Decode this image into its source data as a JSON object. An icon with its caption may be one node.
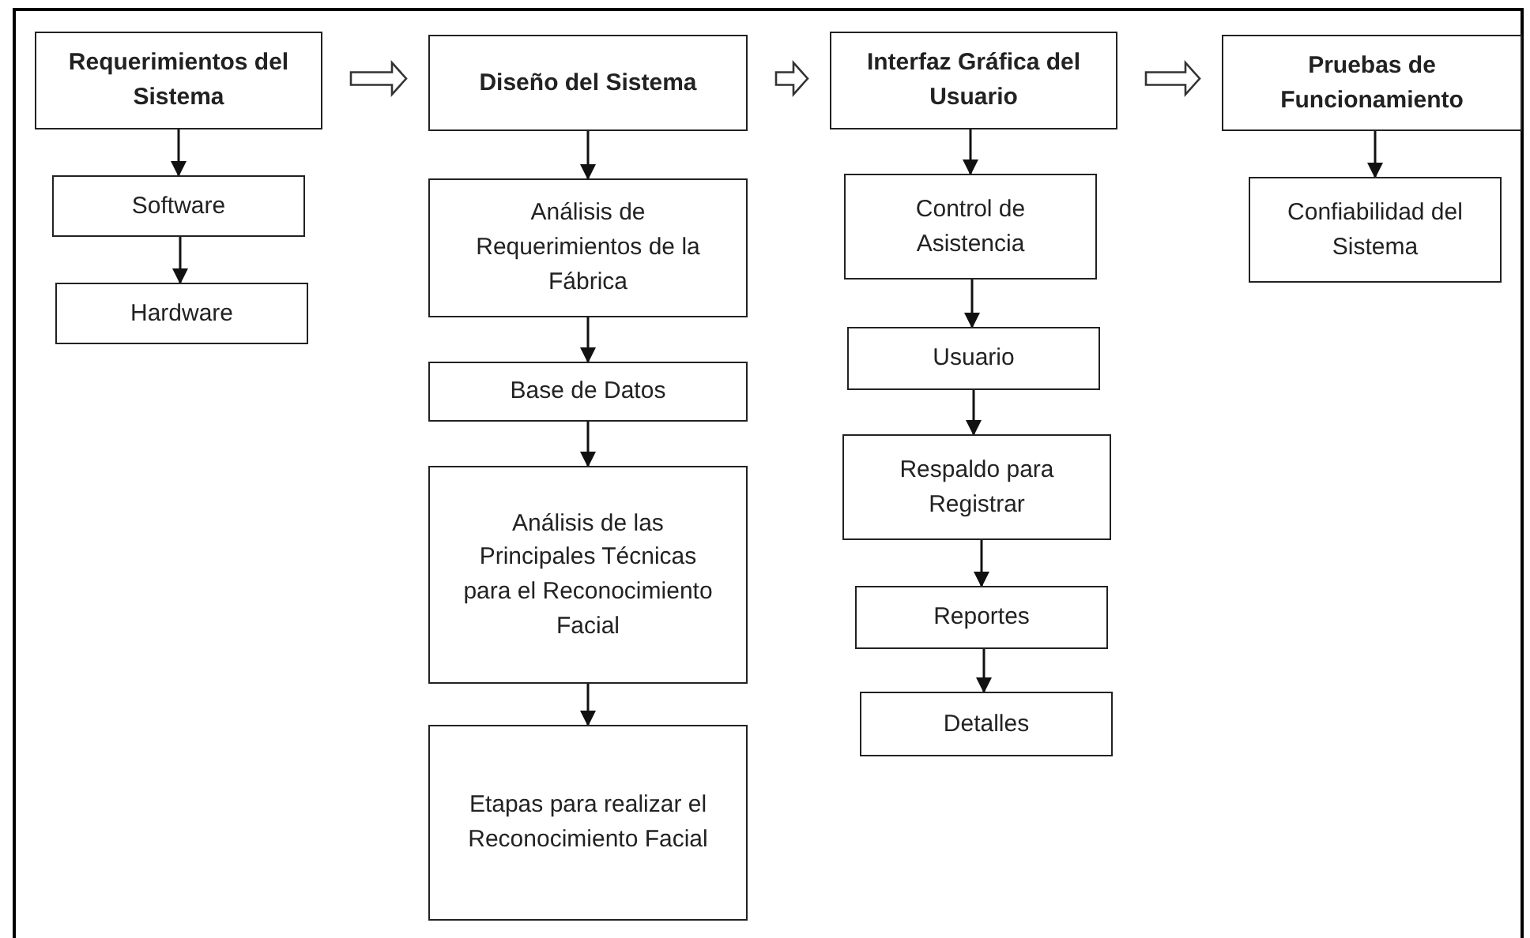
{
  "diagram": {
    "nodes": [
      {
        "text": [
          "Requerimientos del Sistema"
        ]
      },
      {
        "text": [
          "Software"
        ]
      },
      {
        "text": [
          "Hardware"
        ]
      },
      {
        "text": [
          "Diseño del Sistema"
        ]
      },
      {
        "text": [
          "Análisis de Requerimientos de la Fábrica"
        ]
      },
      {
        "text": [
          "Base de Datos"
        ]
      },
      {
        "text": [
          "Análisis de las Principales Técnicas para el Reconocimiento Facial"
        ]
      },
      {
        "text": [
          "Etapas para realizar el Reconocimiento Facial"
        ]
      },
      {
        "text": [
          "Interfaz Gráfica del Usuario"
        ]
      },
      {
        "text": [
          "Control de Asistencia"
        ]
      },
      {
        "text": [
          "Usuario"
        ]
      },
      {
        "text": [
          "Respaldo para Registrar"
        ]
      },
      {
        "text": [
          "Reportes"
        ]
      },
      {
        "text": [
          "Detalles"
        ]
      },
      {
        "text": [
          "Pruebas de Funcionamiento"
        ]
      },
      {
        "text": [
          "Confiabilidad del Sistema"
        ]
      }
    ],
    "edges": [
      {
        "from": 0,
        "to": 3,
        "arrow": "to",
        "style": "thick"
      },
      {
        "from": 3,
        "to": 8,
        "arrow": "to",
        "style": "thick"
      },
      {
        "from": 8,
        "to": 14,
        "arrow": "to",
        "style": "thick"
      },
      {
        "from": 0,
        "to": 1,
        "arrow": "to"
      },
      {
        "from": 1,
        "to": 2,
        "arrow": "to"
      },
      {
        "from": 3,
        "to": 4,
        "arrow": "to"
      },
      {
        "from": 4,
        "to": 5,
        "arrow": "to"
      },
      {
        "from": 5,
        "to": 6,
        "arrow": "to"
      },
      {
        "from": 6,
        "to": 7,
        "arrow": "to"
      },
      {
        "from": 8,
        "to": 9,
        "arrow": "to"
      },
      {
        "from": 9,
        "to": 10,
        "arrow": "to"
      },
      {
        "from": 10,
        "to": 11,
        "arrow": "to"
      },
      {
        "from": 11,
        "to": 12,
        "arrow": "to"
      },
      {
        "from": 12,
        "to": 13,
        "arrow": "to"
      },
      {
        "from": 14,
        "to": 15,
        "arrow": "to"
      }
    ]
  }
}
